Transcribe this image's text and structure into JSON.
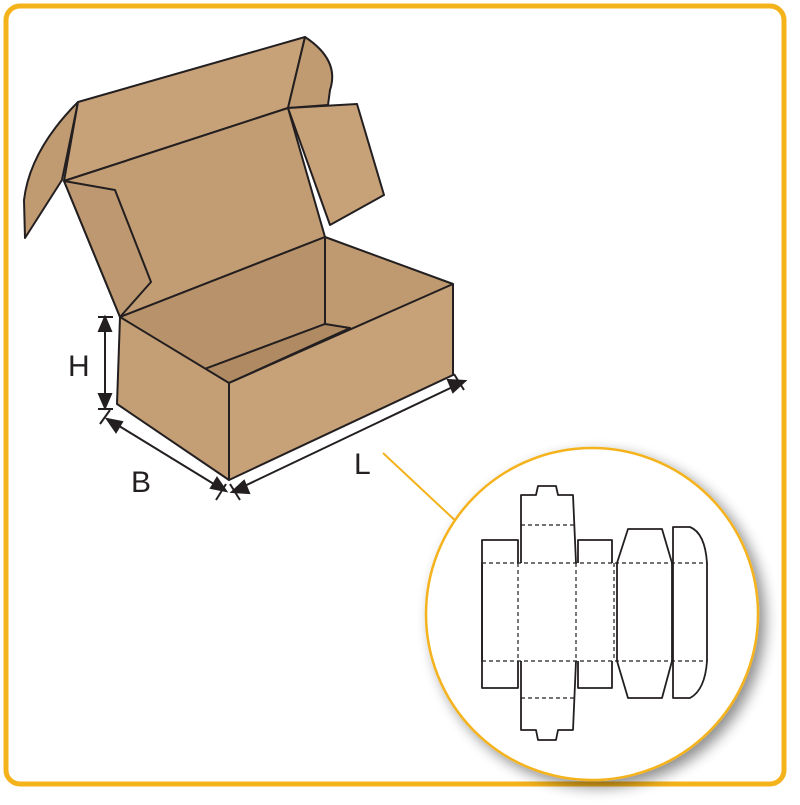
{
  "labels": {
    "height": "H",
    "breadth": "B",
    "length": "L"
  },
  "colors": {
    "frame_border": "#f4b21b",
    "cardboard_light": "#c7a279",
    "cardboard_mid": "#bf9a70",
    "cardboard_dark": "#b58f66",
    "outline": "#231f20",
    "callout_line": "#f4b21b"
  }
}
